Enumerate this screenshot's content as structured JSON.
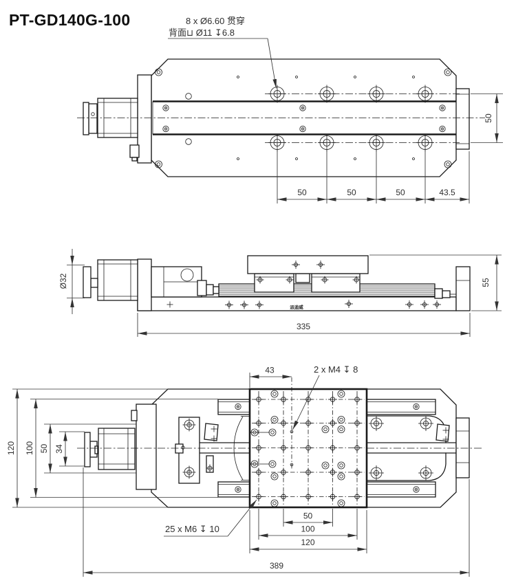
{
  "title": "PT-GD140G-100",
  "colors": {
    "line": "#1a1a1a",
    "dim": "#333333"
  },
  "top_view": {
    "callout_line1": "8 x Ø6.60 贯穿",
    "callout_line2": "背面⊔ Ø11 ↧6.8",
    "dim_hole_pitch_1": "50",
    "dim_hole_pitch_2": "50",
    "dim_hole_pitch_3": "50",
    "dim_end_offset": "43.5",
    "dim_row_spacing": "50"
  },
  "side_view": {
    "dim_motor_diameter": "Ø32",
    "dim_height": "55",
    "dim_base_length": "335",
    "brand_label": "派迪威"
  },
  "bottom_view": {
    "callout_m4": "2 x M4 ↧ 8",
    "callout_m6": "25 x M6 ↧ 10",
    "dim_m4_offset": "43",
    "dim_overall_width": "120",
    "dim_rail_span": "100",
    "dim_motor_body": "50",
    "dim_motor_flange": "34",
    "dim_grid_pitch_span": "50",
    "dim_grid_span": "100",
    "dim_table_size": "120",
    "dim_overall_length": "389"
  }
}
